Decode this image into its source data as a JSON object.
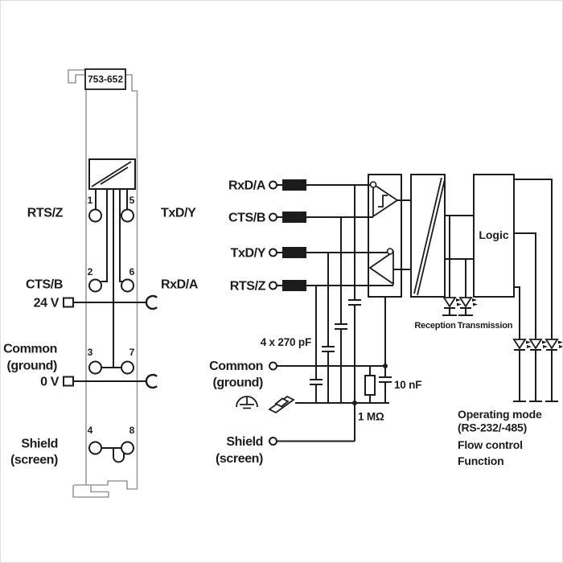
{
  "module": {
    "part_number": "753-652",
    "pins": {
      "p1": "1",
      "p2": "2",
      "p3": "3",
      "p4": "4",
      "p5": "5",
      "p6": "6",
      "p7": "7",
      "p8": "8"
    },
    "labels": {
      "rts": "RTS/Z",
      "txd": "TxD/Y",
      "cts": "CTS/B",
      "rxd": "RxD/A",
      "v24": "24 V",
      "common": "Common",
      "ground": "(ground)",
      "v0": "0 V",
      "shield": "Shield",
      "screen": "(screen)"
    }
  },
  "schematic": {
    "terminals": {
      "rxd": "RxD/A",
      "cts": "CTS/B",
      "txd": "TxD/Y",
      "rts": "RTS/Z",
      "common": "Common",
      "ground": "(ground)",
      "shield": "Shield",
      "screen": "(screen)"
    },
    "components": {
      "cap_array": "4 x 270 pF",
      "cap_10nf": "10 nF",
      "res_1m": "1 MΩ",
      "logic": "Logic"
    },
    "leds": {
      "reception": "Reception",
      "transmission": "Transmission"
    },
    "notes": {
      "line1": "Operating mode",
      "line2": "(RS-232/-485)",
      "line3": "Flow control",
      "line4": "Function"
    }
  },
  "colors": {
    "ink": "#1c1c1c",
    "module_outline": "#9b9b9b",
    "background": "#ffffff"
  }
}
